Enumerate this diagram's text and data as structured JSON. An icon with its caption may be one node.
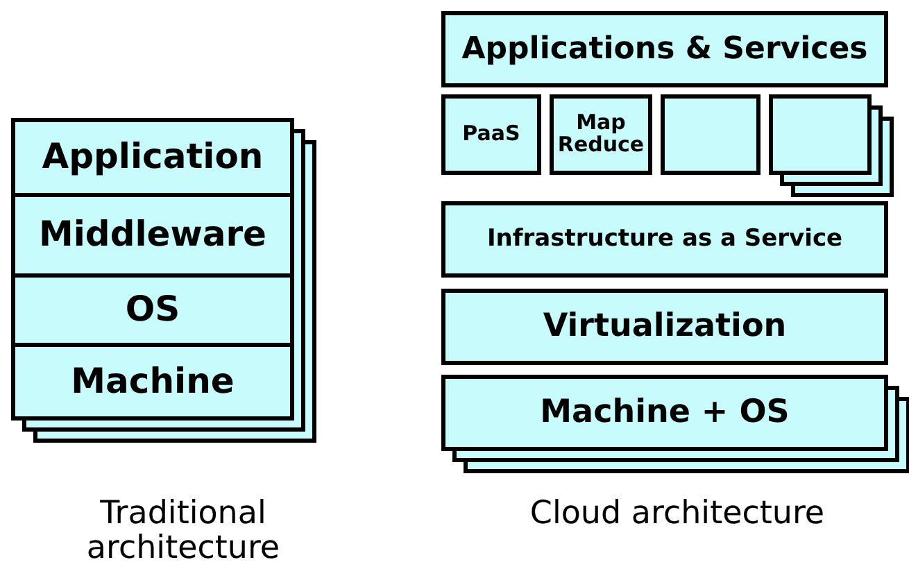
{
  "diagram": {
    "nodes": [
      {
        "text": [
          "Application"
        ]
      },
      {
        "text": [
          "Middleware"
        ]
      },
      {
        "text": [
          "OS"
        ]
      },
      {
        "text": [
          "Machine"
        ]
      },
      {
        "text": [
          "Applications & Services"
        ]
      },
      {
        "text": [
          "PaaS"
        ]
      },
      {
        "text": [
          "Map Reduce"
        ]
      },
      {
        "text": [],
        "shape": "box"
      },
      {
        "text": [],
        "shape": "box"
      },
      {
        "text": [
          "Infrastructure as a Service"
        ]
      },
      {
        "text": [
          "Virtualization"
        ]
      },
      {
        "text": [
          "Machine + OS"
        ]
      }
    ],
    "edges": [],
    "labels": [
      "Traditional architecture",
      "Cloud architecture"
    ]
  }
}
